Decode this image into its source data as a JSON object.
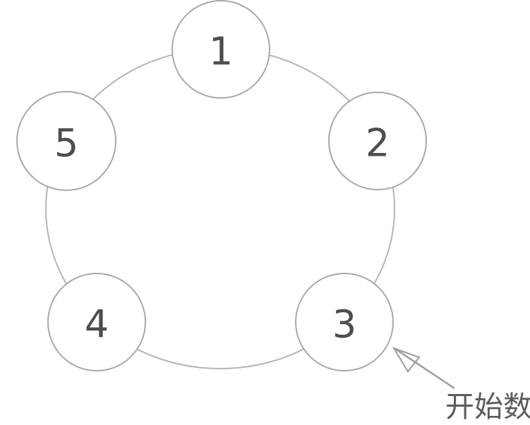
{
  "diagram": {
    "nodes": [
      {
        "label": "1"
      },
      {
        "label": "2"
      },
      {
        "label": "3"
      },
      {
        "label": "4"
      },
      {
        "label": "5"
      }
    ],
    "annotation": {
      "label": "开始数",
      "target_node": "3"
    },
    "colors": {
      "background": "#ffffff",
      "ring_stroke": "#b5b5b5",
      "node_stroke": "#a9a9a9",
      "node_fill": "#ffffff",
      "node_number": "#4d4d4d",
      "arrow": "#9c9c9c",
      "annotation_text": "#5c5c5c"
    }
  }
}
